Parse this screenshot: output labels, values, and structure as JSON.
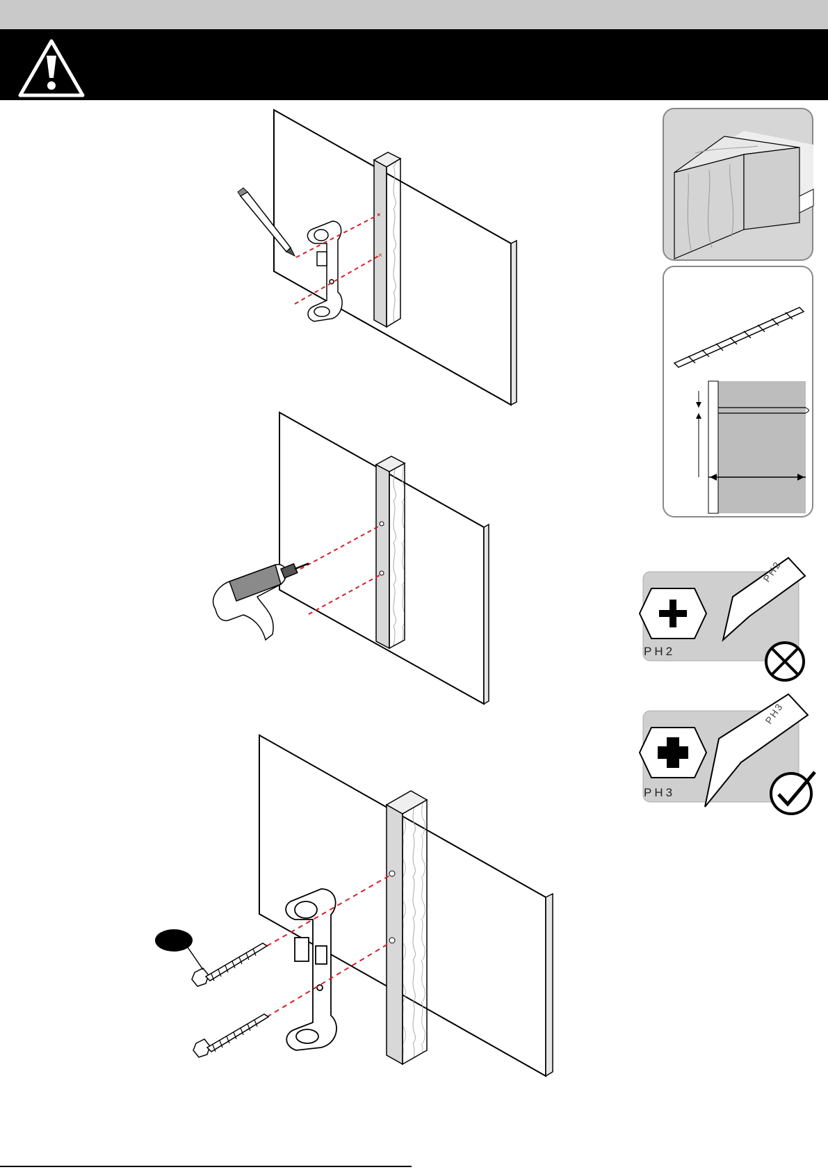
{
  "warning": {
    "icon": "warning-triangle-icon"
  },
  "bits": {
    "wrong": {
      "label": "PH2",
      "engraving": "PH2",
      "icon": "cross-circle-icon"
    },
    "right": {
      "label": "PH3",
      "engraving": "PH3",
      "icon": "check-circle-icon"
    }
  },
  "panels": {
    "wood": {
      "icon": "wood-stud-icon"
    },
    "drill_bit": {
      "icon": "drill-bit-icon"
    }
  },
  "steps": [
    {
      "name": "mark-holes",
      "icon": "pencil-icon"
    },
    {
      "name": "drill-holes",
      "icon": "drill-icon"
    },
    {
      "name": "fix-bracket",
      "icon": "screw-icon"
    }
  ],
  "colors": {
    "banner": "#000000",
    "top_bar": "#c9c9c9",
    "guide_line": "#d81f26",
    "panel_bg": "#d6d6d6"
  }
}
